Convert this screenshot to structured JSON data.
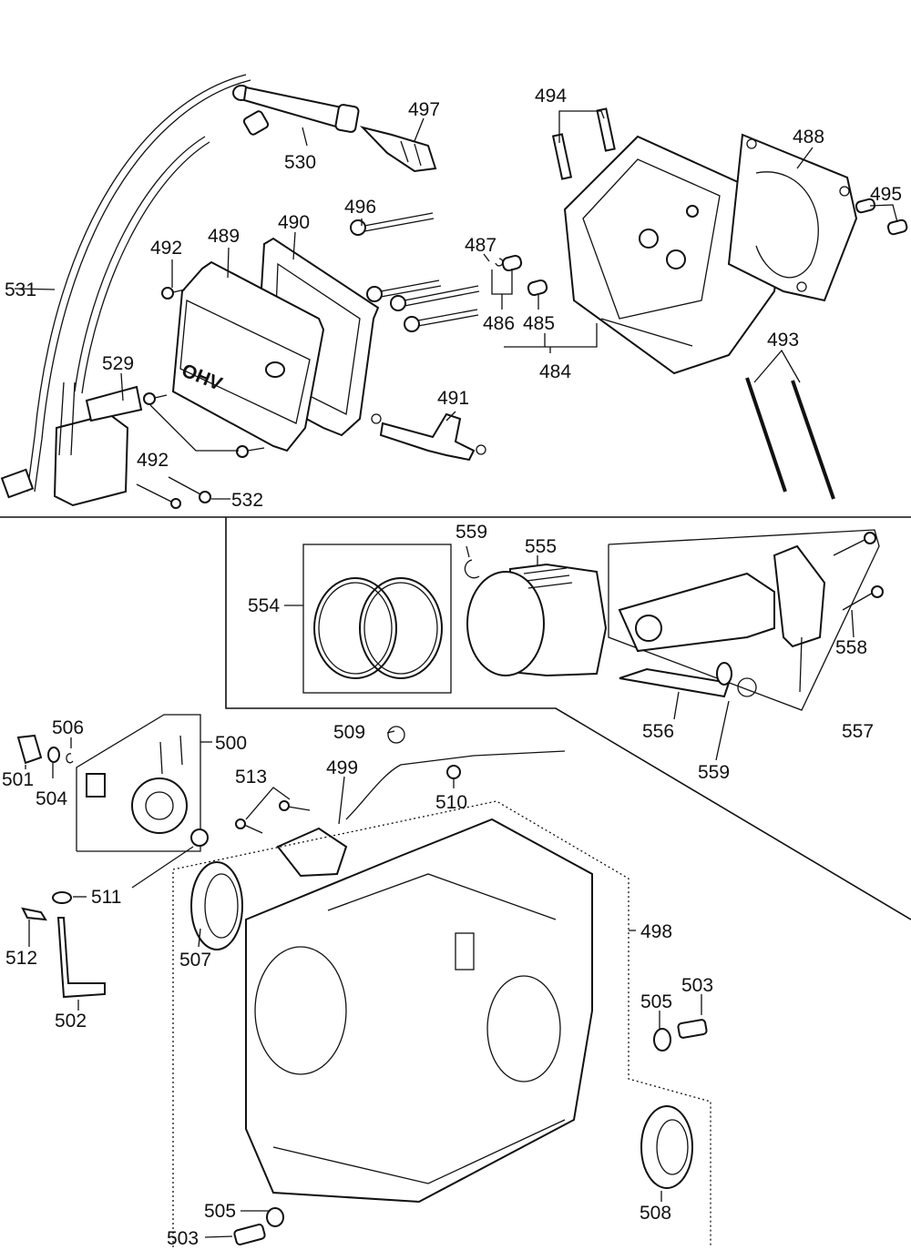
{
  "diagram": {
    "type": "exploded-parts-diagram",
    "subject": "engine cylinder head, piston and crankcase assembly",
    "cover_marking": "OHV",
    "callouts": [
      {
        "id": "c531",
        "label": "531",
        "part": "ignition cable"
      },
      {
        "id": "c530",
        "label": "530",
        "part": "spark plug cap"
      },
      {
        "id": "c497",
        "label": "497",
        "part": "spark plug"
      },
      {
        "id": "c494",
        "label": "494",
        "part": "studs"
      },
      {
        "id": "c488",
        "label": "488",
        "part": "head gasket"
      },
      {
        "id": "c495",
        "label": "495",
        "part": "dowel pins"
      },
      {
        "id": "c496",
        "label": "496",
        "part": "head bolts"
      },
      {
        "id": "c490",
        "label": "490",
        "part": "cover gasket"
      },
      {
        "id": "c489",
        "label": "489",
        "part": "valve cover"
      },
      {
        "id": "c492a",
        "label": "492",
        "part": "cover bolt"
      },
      {
        "id": "c487",
        "label": "487",
        "part": "clip"
      },
      {
        "id": "c486",
        "label": "486",
        "part": "guide"
      },
      {
        "id": "c485",
        "label": "485",
        "part": "guide"
      },
      {
        "id": "c484",
        "label": "484",
        "part": "cylinder head assembly"
      },
      {
        "id": "c493",
        "label": "493",
        "part": "push rods"
      },
      {
        "id": "c529",
        "label": "529",
        "part": "ignition coil"
      },
      {
        "id": "c491",
        "label": "491",
        "part": "breather hose"
      },
      {
        "id": "c492b",
        "label": "492",
        "part": "cover bolts"
      },
      {
        "id": "c532",
        "label": "532",
        "part": "coil bolts"
      },
      {
        "id": "c559a",
        "label": "559",
        "part": "circlip"
      },
      {
        "id": "c555",
        "label": "555",
        "part": "piston"
      },
      {
        "id": "c554",
        "label": "554",
        "part": "piston rings"
      },
      {
        "id": "c558",
        "label": "558",
        "part": "rod bolts"
      },
      {
        "id": "c556",
        "label": "556",
        "part": "piston pin"
      },
      {
        "id": "c559b",
        "label": "559",
        "part": "circlip"
      },
      {
        "id": "c557",
        "label": "557",
        "part": "connecting rod assembly"
      },
      {
        "id": "c506",
        "label": "506",
        "part": "clip"
      },
      {
        "id": "c500",
        "label": "500",
        "part": "governor assembly"
      },
      {
        "id": "c501",
        "label": "501",
        "part": "governor shaft"
      },
      {
        "id": "c504",
        "label": "504",
        "part": "washer"
      },
      {
        "id": "c509",
        "label": "509",
        "part": "o-ring"
      },
      {
        "id": "c499",
        "label": "499",
        "part": "oil sensor"
      },
      {
        "id": "c513",
        "label": "513",
        "part": "bolts"
      },
      {
        "id": "c510",
        "label": "510",
        "part": "nut"
      },
      {
        "id": "c511",
        "label": "511",
        "part": "washers"
      },
      {
        "id": "c507",
        "label": "507",
        "part": "bearing"
      },
      {
        "id": "c498",
        "label": "498",
        "part": "crankcase assembly"
      },
      {
        "id": "c512",
        "label": "512",
        "part": "pin"
      },
      {
        "id": "c502",
        "label": "502",
        "part": "governor arm"
      },
      {
        "id": "c505a",
        "label": "505",
        "part": "washer"
      },
      {
        "id": "c503a",
        "label": "503",
        "part": "drain plug"
      },
      {
        "id": "c508",
        "label": "508",
        "part": "oil seal"
      },
      {
        "id": "c505b",
        "label": "505",
        "part": "washer"
      },
      {
        "id": "c503b",
        "label": "503",
        "part": "drain plug"
      }
    ]
  }
}
